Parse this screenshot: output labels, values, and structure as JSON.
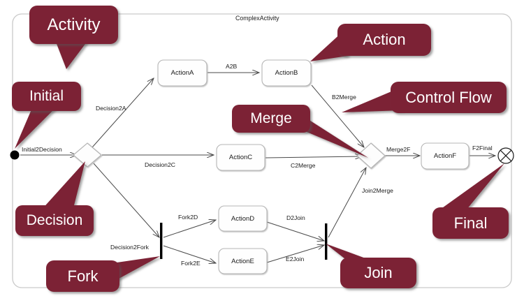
{
  "diagram": {
    "type": "uml-activity-diagram",
    "frame_title": "ComplexActivity",
    "accent_color": "#7B2435",
    "accent_shadow_color": "#5d1a28",
    "frame_border_color": "#c9c9c9",
    "node_border_color": "#b5b5b5",
    "edge_color": "#4a4a4a",
    "text_color": "#1a1a1a"
  },
  "nodes": [
    {
      "id": "initial",
      "kind": "initial-node",
      "label": ""
    },
    {
      "id": "decision",
      "kind": "decision-node",
      "label": ""
    },
    {
      "id": "actionA",
      "kind": "action-node",
      "label": "ActionA"
    },
    {
      "id": "actionB",
      "kind": "action-node",
      "label": "ActionB"
    },
    {
      "id": "actionC",
      "kind": "action-node",
      "label": "ActionC"
    },
    {
      "id": "actionD",
      "kind": "action-node",
      "label": "ActionD"
    },
    {
      "id": "actionE",
      "kind": "action-node",
      "label": "ActionE"
    },
    {
      "id": "actionF",
      "kind": "action-node",
      "label": "ActionF"
    },
    {
      "id": "fork",
      "kind": "fork-node",
      "label": ""
    },
    {
      "id": "join",
      "kind": "join-node",
      "label": ""
    },
    {
      "id": "merge",
      "kind": "merge-node",
      "label": ""
    },
    {
      "id": "final",
      "kind": "final-node",
      "label": ""
    }
  ],
  "edges": [
    {
      "id": "e1",
      "label": "Initial2Decision",
      "from": "initial",
      "to": "decision"
    },
    {
      "id": "e2",
      "label": "Decision2A",
      "from": "decision",
      "to": "actionA"
    },
    {
      "id": "e3",
      "label": "A2B",
      "from": "actionA",
      "to": "actionB"
    },
    {
      "id": "e4",
      "label": "B2Merge",
      "from": "actionB",
      "to": "merge"
    },
    {
      "id": "e5",
      "label": "Decision2C",
      "from": "decision",
      "to": "actionC"
    },
    {
      "id": "e6",
      "label": "C2Merge",
      "from": "actionC",
      "to": "merge"
    },
    {
      "id": "e7",
      "label": "Decision2Fork",
      "from": "decision",
      "to": "fork"
    },
    {
      "id": "e8",
      "label": "Fork2D",
      "from": "fork",
      "to": "actionD"
    },
    {
      "id": "e9",
      "label": "Fork2E",
      "from": "fork",
      "to": "actionE"
    },
    {
      "id": "e10",
      "label": "D2Join",
      "from": "actionD",
      "to": "join"
    },
    {
      "id": "e11",
      "label": "E2Join",
      "from": "actionE",
      "to": "join"
    },
    {
      "id": "e12",
      "label": "Join2Merge",
      "from": "join",
      "to": "merge"
    },
    {
      "id": "e13",
      "label": "Merge2F",
      "from": "merge",
      "to": "actionF"
    },
    {
      "id": "e14",
      "label": "F2Final",
      "from": "actionF",
      "to": "final"
    }
  ],
  "callouts": [
    {
      "id": "activity",
      "label": "Activity",
      "points_to": "frame"
    },
    {
      "id": "initial",
      "label": "Initial",
      "points_to": "initial"
    },
    {
      "id": "decision",
      "label": "Decision",
      "points_to": "decision"
    },
    {
      "id": "fork",
      "label": "Fork",
      "points_to": "fork"
    },
    {
      "id": "action",
      "label": "Action",
      "points_to": "actionB"
    },
    {
      "id": "merge",
      "label": "Merge",
      "points_to": "merge"
    },
    {
      "id": "control-flow",
      "label": "Control Flow",
      "points_to": "b2merge-edge"
    },
    {
      "id": "join",
      "label": "Join",
      "points_to": "join"
    },
    {
      "id": "final",
      "label": "Final",
      "points_to": "final"
    }
  ]
}
